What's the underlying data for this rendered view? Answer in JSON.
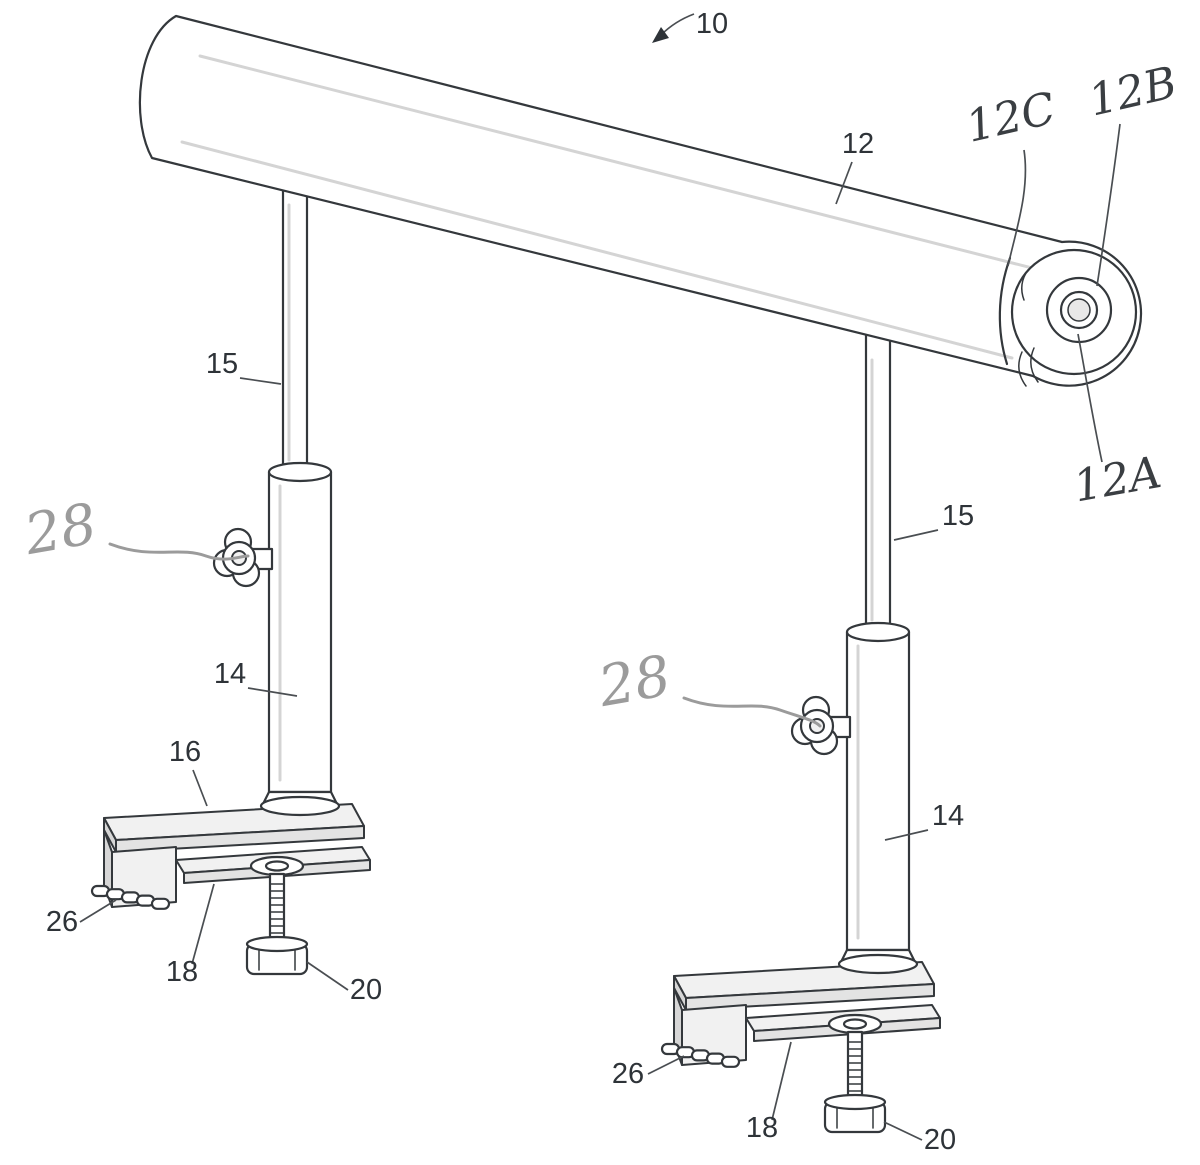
{
  "figure": {
    "reference_labels": {
      "ref_10": "10",
      "ref_12": "12",
      "ref_12A": "12A",
      "ref_12B": "12B",
      "ref_12C": "12C",
      "ref_15_left": "15",
      "ref_15_right": "15",
      "ref_14_left": "14",
      "ref_14_right": "14",
      "ref_16": "16",
      "ref_18_left": "18",
      "ref_18_right": "18",
      "ref_20_left": "20",
      "ref_20_right": "20",
      "ref_26_left": "26",
      "ref_26_right": "26",
      "ref_28_left": "28",
      "ref_28_right": "28"
    },
    "colors": {
      "line": "#34383c",
      "label_text": "#2e3338",
      "handwritten_gray": "#9b9b9b",
      "handwritten_dark": "#3a3e42",
      "background": "#ffffff"
    }
  }
}
